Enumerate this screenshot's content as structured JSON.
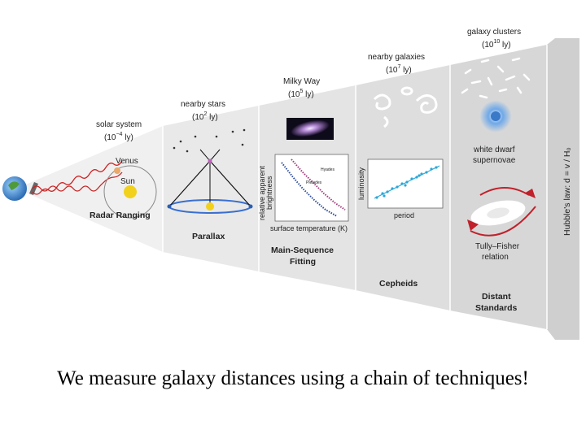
{
  "caption": "We measure galaxy distances using a chain of techniques!",
  "rungs": {
    "solar_system": {
      "name": "solar system",
      "scale_base": "(10",
      "scale_exp": "−4",
      "scale_unit": " ly)"
    },
    "nearby_stars": {
      "name": "nearby stars",
      "scale_base": "(10",
      "scale_exp": "2",
      "scale_unit": " ly)"
    },
    "milky_way": {
      "name": "Milky Way",
      "scale_base": "(10",
      "scale_exp": "5",
      "scale_unit": " ly)"
    },
    "nearby_galaxies": {
      "name": "nearby galaxies",
      "scale_base": "(10",
      "scale_exp": "7",
      "scale_unit": " ly)"
    },
    "galaxy_clusters": {
      "name": "galaxy clusters",
      "scale_base": "(10",
      "scale_exp": "10",
      "scale_unit": " ly)"
    }
  },
  "labels": {
    "venus": "Venus",
    "sun": "Sun",
    "radar_ranging": "Radar Ranging",
    "parallax": "Parallax",
    "ms_ylabel_1": "relative apparent",
    "ms_ylabel_2": "brightness",
    "ms_xlabel": "surface temperature (K)",
    "ms_hyades": "Hyades",
    "ms_pleiades": "Pleiades",
    "main_sequence_1": "Main-Sequence",
    "main_sequence_2": "Fitting",
    "luminosity": "luminosity",
    "period": "period",
    "cepheids": "Cepheids",
    "white_dwarf_1": "white dwarf",
    "white_dwarf_2": "supernovae",
    "tully_fisher_1": "Tully–Fisher",
    "tully_fisher_2": "relation",
    "distant_1": "Distant",
    "distant_2": "Standards",
    "hubble_law": "Hubble's law: d = v / H₀"
  },
  "colors": {
    "band_light": "#eeeeee",
    "band_mid": "#e2e2e2",
    "band_dark": "#d4d4d4",
    "wall": "#cfcfcf",
    "radar_wave": "#cc2222",
    "sun": "#f2d11c",
    "orbit_blue": "#3a6fd0",
    "cepheid_blue": "#2aa7d8",
    "supernova_blue": "#3a78c8",
    "tully_red": "#c0212b"
  }
}
